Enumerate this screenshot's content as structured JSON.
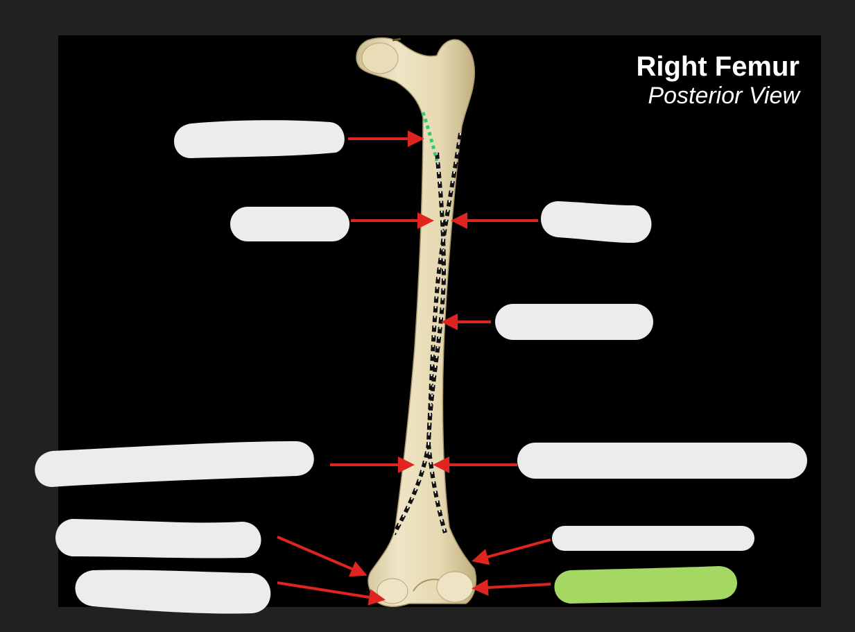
{
  "diagram": {
    "title": "Right Femur",
    "subtitle": "Posterior View",
    "colors": {
      "background": "#000000",
      "frame": "#222120",
      "bone": "#e8dcb8",
      "arrow": "#e0241f",
      "label_blank": "#ececec",
      "label_answer": "#a5d763",
      "line_medial": "#ffffff",
      "line_gluteal": "#2ecc71"
    },
    "labels": [
      {
        "id": "label-1",
        "state": "blank"
      },
      {
        "id": "label-2",
        "state": "blank"
      },
      {
        "id": "label-3",
        "state": "blank"
      },
      {
        "id": "label-4",
        "state": "blank"
      },
      {
        "id": "label-5",
        "state": "blank"
      },
      {
        "id": "label-6",
        "state": "blank"
      },
      {
        "id": "label-7",
        "state": "blank"
      },
      {
        "id": "label-8",
        "state": "blank"
      },
      {
        "id": "label-9",
        "state": "blank"
      },
      {
        "id": "label-10",
        "state": "answered"
      }
    ]
  }
}
